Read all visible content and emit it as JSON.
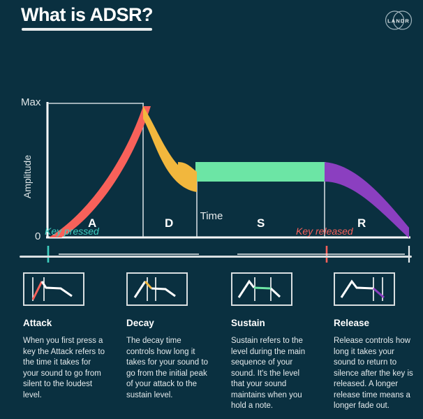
{
  "header": {
    "title": "What is ADSR?",
    "logo_text": "LANDR",
    "logo_name": "landr-logo"
  },
  "chart_data": {
    "type": "line",
    "title": "ADSR envelope",
    "xlabel": "Time",
    "ylabel": "Amplitude",
    "y_ticks": [
      "Max",
      "0"
    ],
    "ylim": [
      0,
      1
    ],
    "grid": false,
    "annotations": [
      "Key pressed",
      "Key released"
    ],
    "axis_markers": {
      "key_pressed": "Key pressed",
      "key_released": "Key released",
      "key_pressed_color": "#3fcfc0",
      "key_released_color": "#f8615a"
    },
    "segments": [
      {
        "label": "A",
        "name": "Attack",
        "color": "#f8615a",
        "x_start": 0.0,
        "x_end": 0.25,
        "y_start": 0.0,
        "y_end": 1.0
      },
      {
        "label": "D",
        "name": "Decay",
        "color": "#f2b73d",
        "x_start": 0.25,
        "x_end": 0.41,
        "y_start": 1.0,
        "y_end": 0.42
      },
      {
        "label": "S",
        "name": "Sustain",
        "color": "#6ce5a5",
        "x_start": 0.41,
        "x_end": 0.77,
        "y_start": 0.42,
        "y_end": 0.42
      },
      {
        "label": "R",
        "name": "Release",
        "color": "#8b3fc0",
        "x_start": 0.77,
        "x_end": 1.0,
        "y_start": 0.42,
        "y_end": 0.0
      }
    ]
  },
  "cards": [
    {
      "id": "attack",
      "title": "Attack",
      "color": "#f8615a",
      "body": "When you first press a key the Attack refers to the time it takes for your sound to go from silent to the loudest level."
    },
    {
      "id": "decay",
      "title": "Decay",
      "color": "#f2b73d",
      "body": "The decay time controls how long it takes for your sound to go from the initial peak of your attack to the sustain level."
    },
    {
      "id": "sustain",
      "title": "Sustain",
      "color": "#6ce5a5",
      "body": "Sustain refers to the level during the main sequence of your sound. It's the level that your sound maintains when you hold a note."
    },
    {
      "id": "release",
      "title": "Release",
      "color": "#8b3fc0",
      "body": "Release controls how long it takes your sound to return to silence after the key is released. A longer release time means a longer fade out."
    }
  ],
  "colors": {
    "background": "#0a3040",
    "foreground": "#ffffff",
    "attack": "#f8615a",
    "decay": "#f2b73d",
    "sustain": "#6ce5a5",
    "release": "#8b3fc0",
    "teal": "#3fcfc0"
  }
}
